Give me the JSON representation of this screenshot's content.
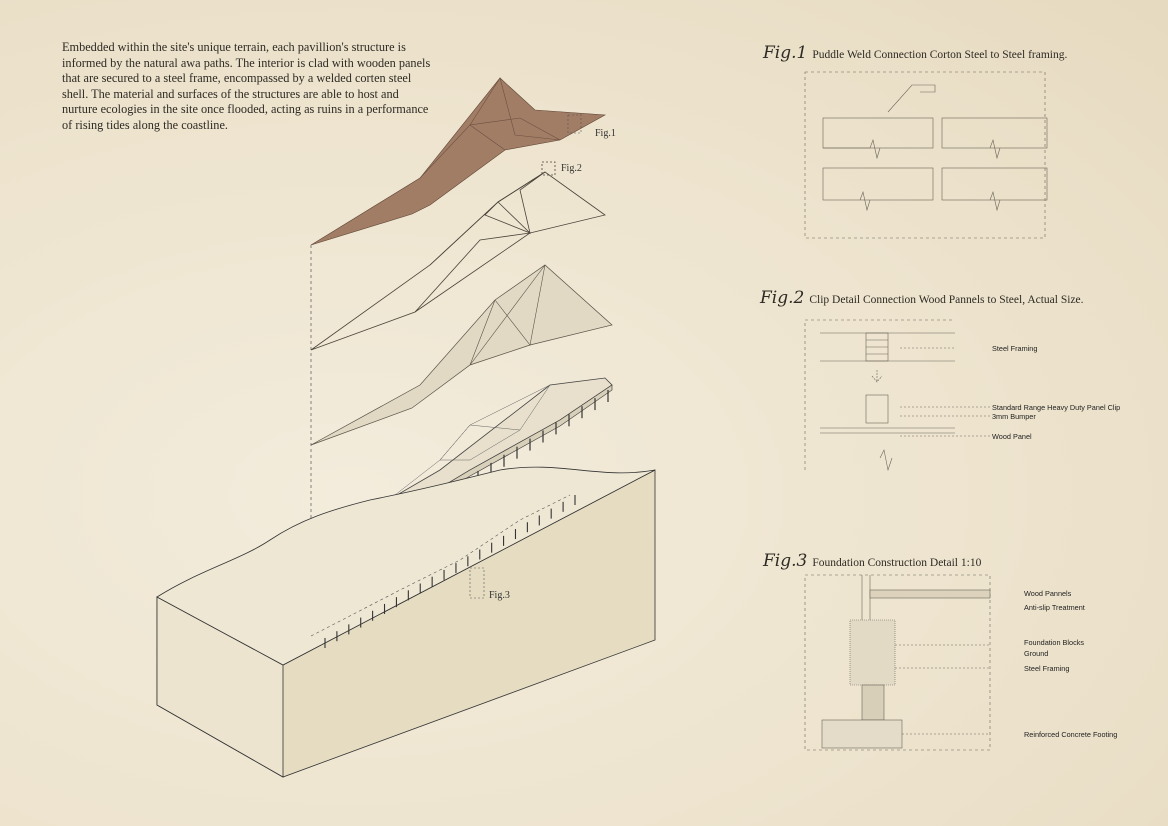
{
  "intro_text": "Embedded within the site's unique terrain, each pavillion's structure is informed by the natural awa paths. The interior is clad with wooden panels that are secured to a steel frame, encompassed by a welded corten steel shell. The material and surfaces of the structures are able to host and nurture ecologies in the site once flooded, acting as ruins in a performance of rising tides along the coastline.",
  "callouts": {
    "fig1": "Fig.1",
    "fig2": "Fig.2",
    "fig3": "Fig.3"
  },
  "figures": [
    {
      "number": "Fig.1",
      "title": "Puddle Weld Connection Corton Steel to Steel framing.",
      "labels": []
    },
    {
      "number": "Fig.2",
      "title": "Clip Detail Connection Wood Pannels to Steel, Actual Size.",
      "labels": [
        "Steel Framing",
        "Standard Range Heavy Duty Panel Clip",
        "3mm Bumper",
        "Wood Panel"
      ]
    },
    {
      "number": "Fig.3",
      "title": "Foundation Construction Detail 1:10",
      "labels": [
        "Wood Pannels",
        "Anti-slip Treatment",
        "Foundation Blocks",
        "Ground",
        "Steel Framing",
        "Reinforced Concrete Footing"
      ]
    }
  ],
  "colors": {
    "paper": "#efe6d3",
    "corten": "#a27d66",
    "line": "#4a443a"
  }
}
